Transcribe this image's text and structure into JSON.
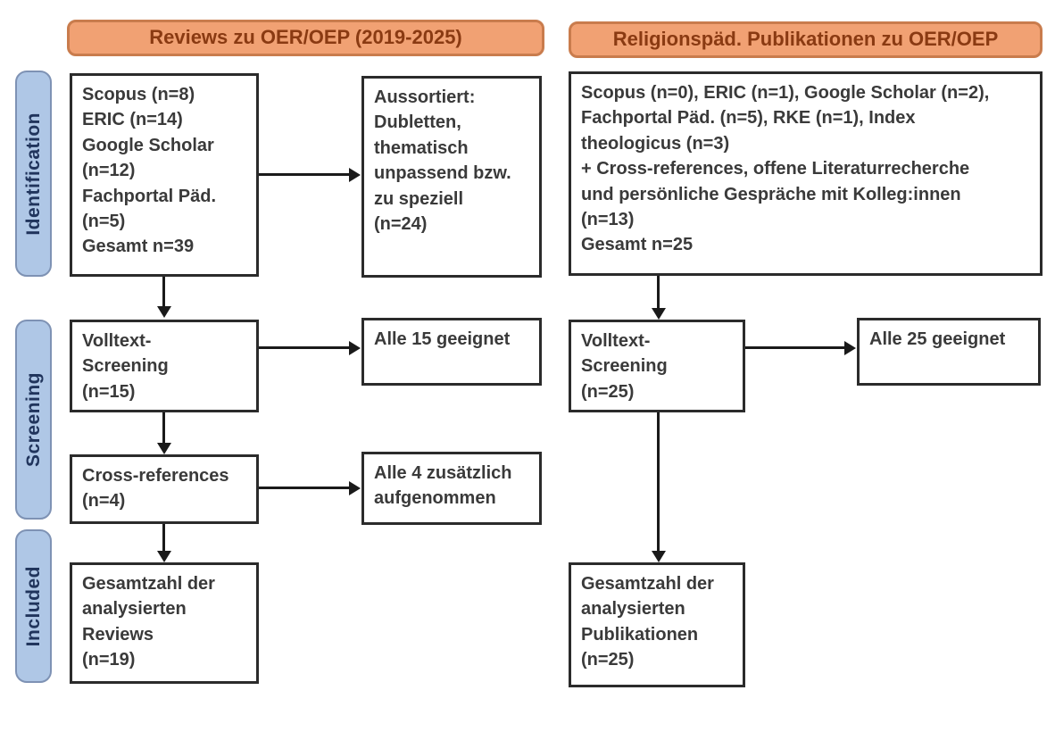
{
  "diagram": {
    "type": "prisma-flow-diagram",
    "columns": [
      {
        "header": "Reviews zu OER/OEP (2019-2025)"
      },
      {
        "header": "Religionspäd. Publikationen zu OER/OEP"
      }
    ],
    "stages": [
      {
        "label": "Identification"
      },
      {
        "label": "Screening"
      },
      {
        "label": "Included"
      }
    ],
    "boxes": {
      "left_identification": "Scopus (n=8)\nERIC (n=14)\nGoogle Scholar\n(n=12)\nFachportal Päd.\n(n=5)\nGesamt n=39",
      "left_excluded": "Aussortiert:\nDubletten,\nthematisch\nunpassend bzw.\nzu speziell\n(n=24)",
      "left_fulltext_screening": "Volltext-\nScreening\n(n=15)",
      "left_fulltext_result": "Alle 15 geeignet",
      "left_crossreferences": "Cross-references\n(n=4)",
      "left_crossreferences_result": "Alle 4 zusätzlich\naufgenommen",
      "left_included": "Gesamtzahl der\nanalysierten\nReviews\n(n=19)",
      "right_identification": "Scopus (n=0), ERIC (n=1), Google Scholar (n=2),\nFachportal Päd. (n=5), RKE (n=1), Index\ntheologicus (n=3)\n+ Cross-references, offene Literaturrecherche\nund persönliche Gespräche mit Kolleg:innen\n(n=13)\nGesamt n=25",
      "right_fulltext_screening": "Volltext-\nScreening\n(n=25)",
      "right_fulltext_result": "Alle 25 geeignet",
      "right_included": "Gesamtzahl der\nanalysierten\nPublikationen\n(n=25)"
    },
    "colors": {
      "header_fill": "#F1A173",
      "header_border": "#C97C4D",
      "header_text": "#8A3A12",
      "stage_fill": "#AFC7E6",
      "stage_border": "#7E92B4",
      "stage_text": "#20345C",
      "box_border": "#2B2B2B",
      "box_text": "#3A3A3A",
      "arrow": "#1A1A1A",
      "background": "#FFFFFF"
    }
  }
}
